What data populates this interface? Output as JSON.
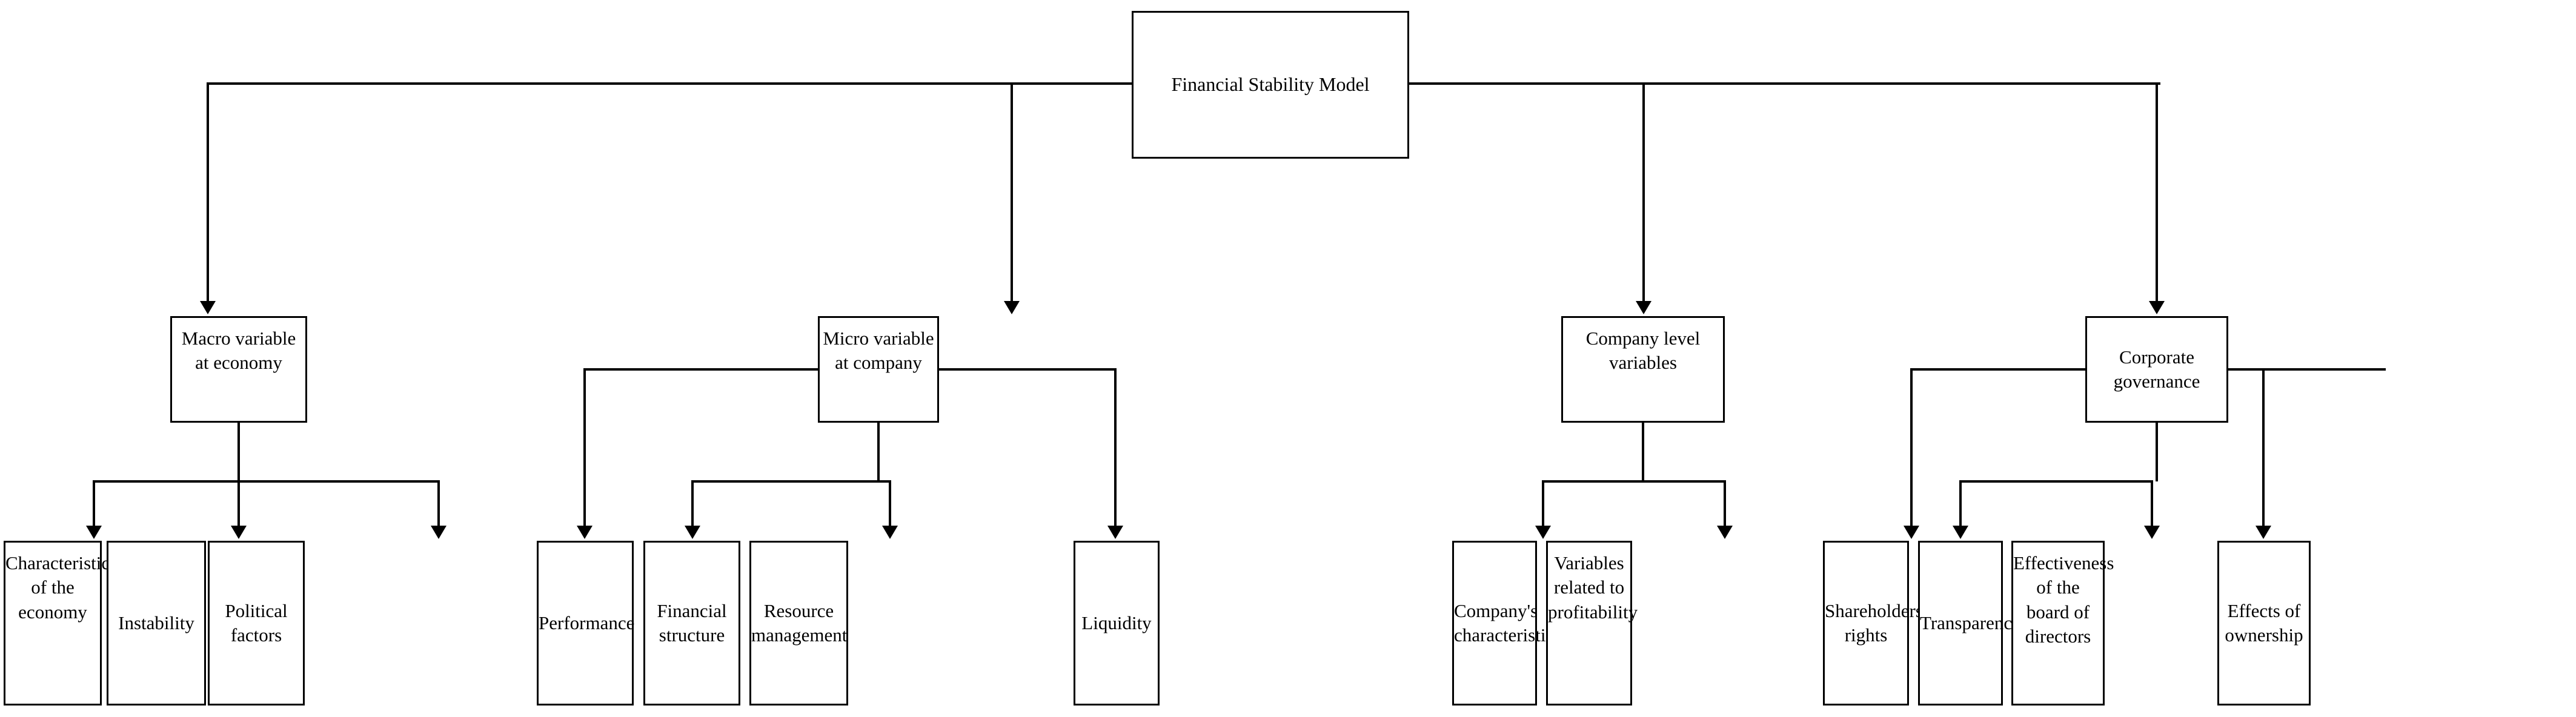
{
  "diagram": {
    "title": "Financial Stability Model",
    "type": "hierarchical-tree",
    "root": {
      "label": "Financial Stability Model"
    },
    "level2": [
      {
        "id": "macro",
        "label": "Macro variable\nat economy"
      },
      {
        "id": "micro",
        "label": "Micro variable\nat company"
      },
      {
        "id": "companylvl",
        "label": "Company level\nvariables"
      },
      {
        "id": "corpgov",
        "label": "Corporate\ngovernance"
      }
    ],
    "leaves": [
      {
        "id": "characteristics-economy",
        "parent": "macro",
        "label": "Characteristics\nof the\neconomy"
      },
      {
        "id": "instability",
        "parent": "macro",
        "label": "Instability"
      },
      {
        "id": "political-factors",
        "parent": "macro",
        "label": "Political\nfactors"
      },
      {
        "id": "performance",
        "parent": "micro",
        "label": "Performance"
      },
      {
        "id": "financial-structure",
        "parent": "micro",
        "label": "Financial\nstructure"
      },
      {
        "id": "resource-management",
        "parent": "micro",
        "label": "Resource\nmanagement"
      },
      {
        "id": "liquidity",
        "parent": "micro",
        "label": "Liquidity"
      },
      {
        "id": "company-characteristics",
        "parent": "companylvl",
        "label": "Company's\ncharacteristics"
      },
      {
        "id": "variables-profitability",
        "parent": "companylvl",
        "label": "Variables\nrelated to\nprofitability"
      },
      {
        "id": "shareholders-rights",
        "parent": "corpgov",
        "label": "Shareholders'\nrights"
      },
      {
        "id": "transparency",
        "parent": "corpgov",
        "label": "Transparency"
      },
      {
        "id": "board-effectiveness",
        "parent": "corpgov",
        "label": "Effectiveness\nof the board of\ndirectors"
      },
      {
        "id": "effects-ownership",
        "parent": "corpgov",
        "label": "Effects of\nownership"
      }
    ],
    "colors": {
      "stroke": "#000000",
      "fill": "#ffffff",
      "text": "#000000"
    }
  }
}
